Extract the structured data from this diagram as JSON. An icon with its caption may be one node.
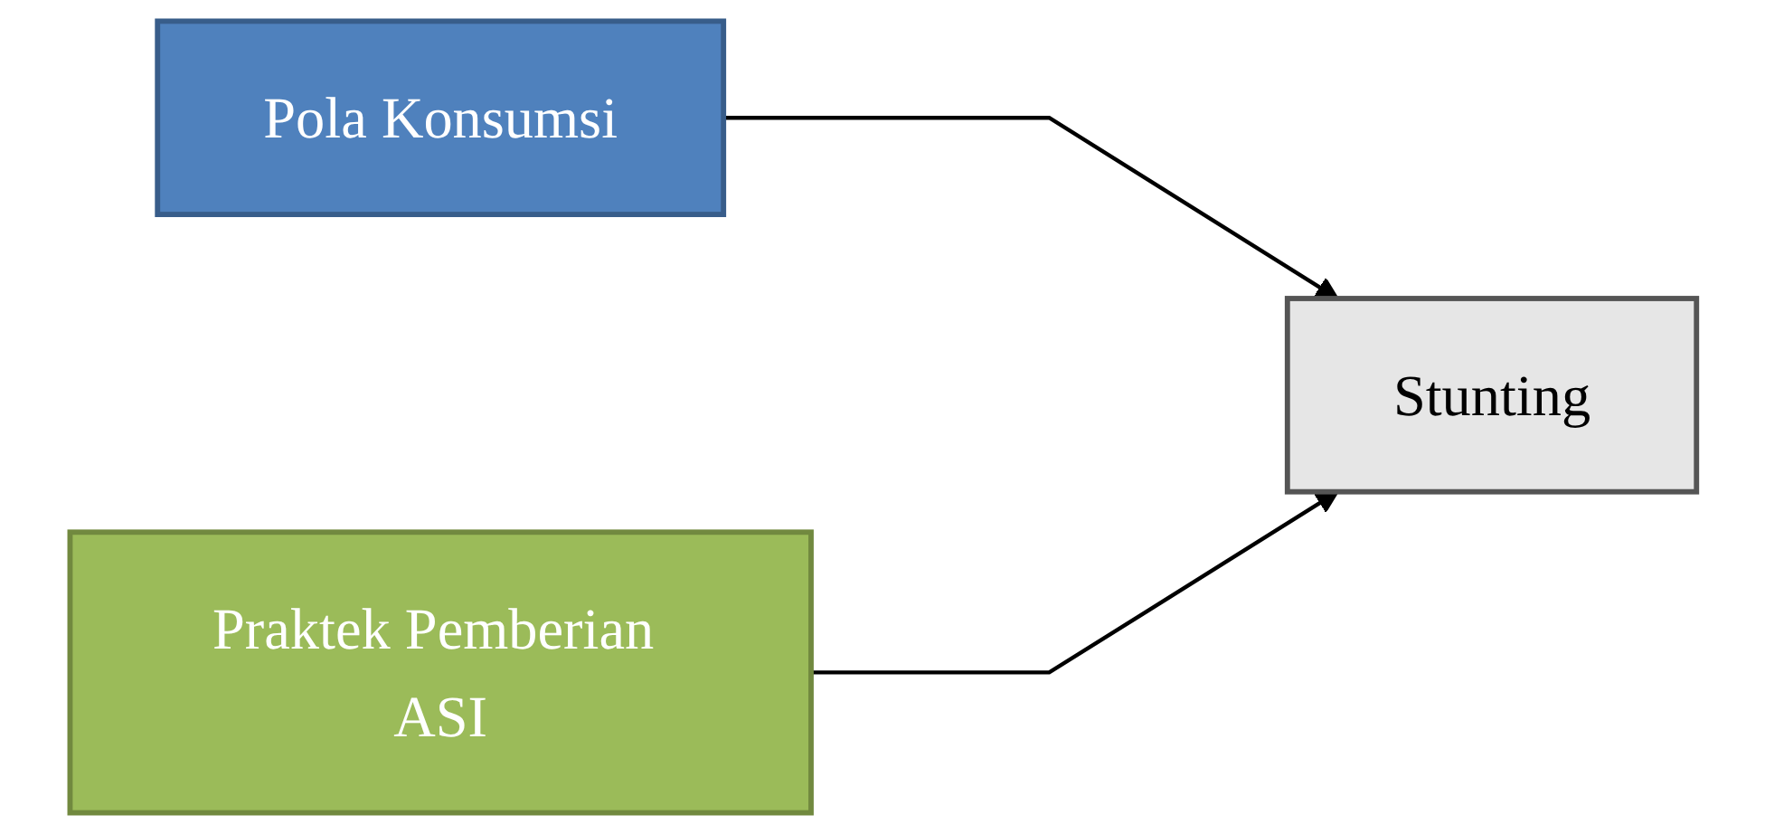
{
  "diagram": {
    "nodes": [
      {
        "text": [
          "Pola Konsumsi"
        ]
      },
      {
        "text": [
          "Praktek Pemberian ASI"
        ]
      },
      {
        "text": [
          "Stunting"
        ]
      }
    ],
    "edges": [
      {
        "from": 0,
        "to": 2,
        "arrow": "to"
      },
      {
        "from": 1,
        "to": 2,
        "arrow": "to"
      }
    ]
  }
}
